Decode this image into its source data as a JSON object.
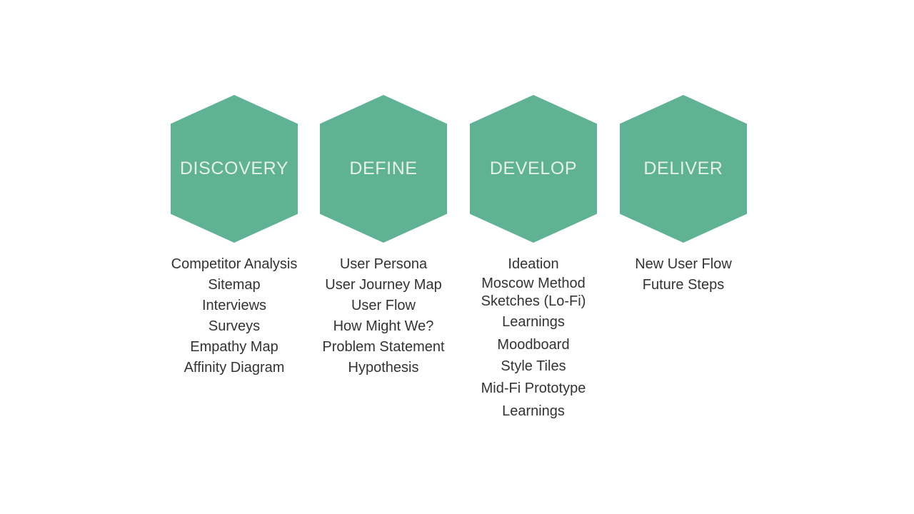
{
  "theme": {
    "background": "#ffffff",
    "hexagon_fill": "#5FB394",
    "hexagon_label_color": "#E6EFE8",
    "list_text_color": "#333333"
  },
  "phases": [
    {
      "label": "DISCOVERY",
      "deliverables": [
        "Competitor Analysis",
        "Sitemap",
        "Interviews",
        "Surveys",
        "Empathy Map",
        "Affinity Diagram"
      ]
    },
    {
      "label": "DEFINE",
      "deliverables": [
        "User Persona",
        "User Journey Map",
        "User Flow",
        "How Might We?",
        "Problem Statement",
        "Hypothesis"
      ]
    },
    {
      "label": "DEVELOP",
      "deliverables": [
        "Ideation",
        "Moscow Method",
        "Sketches (Lo-Fi)",
        "Learnings",
        "Moodboard",
        "Style Tiles",
        "Mid-Fi Prototype",
        "Learnings"
      ]
    },
    {
      "label": "DELIVER",
      "deliverables": [
        "New User Flow",
        "Future Steps"
      ]
    }
  ]
}
